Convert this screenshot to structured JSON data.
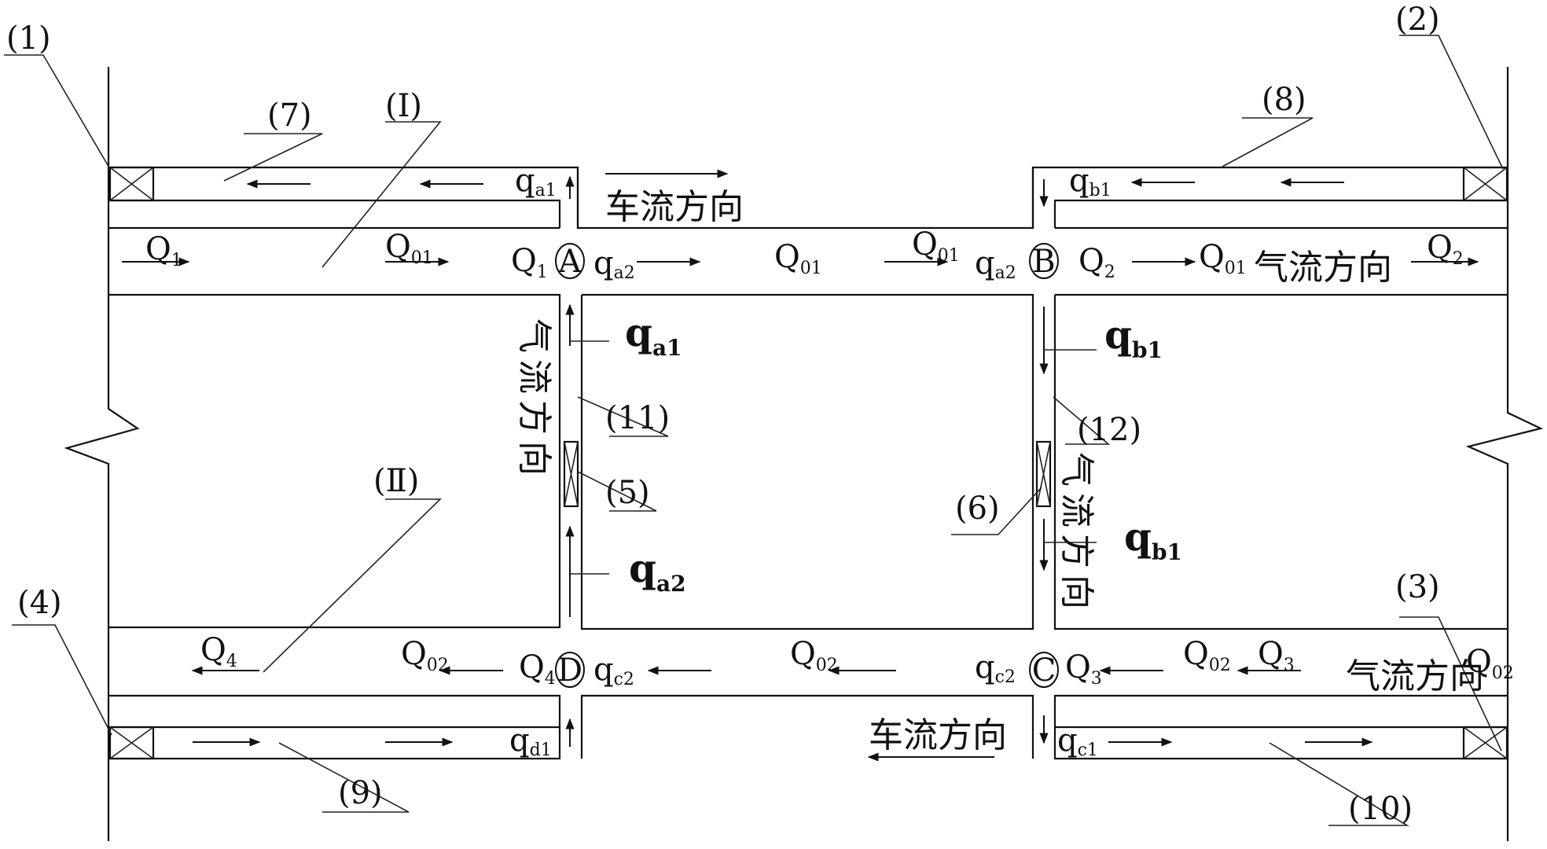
{
  "callouts": {
    "n1": "(1)",
    "n2": "(2)",
    "n3": "(3)",
    "n4": "(4)",
    "n5": "(5)",
    "n6": "(6)",
    "n7": "(7)",
    "n8": "(8)",
    "n9": "(9)",
    "n10": "(10)",
    "n11": "(11)",
    "n12": "(12)",
    "r1": "(Ⅰ)",
    "r2": "(Ⅱ)"
  },
  "nodes": {
    "a": "A",
    "b": "B",
    "c": "C",
    "d": "D"
  },
  "texts": {
    "traffic_direction": "车流方向",
    "airflow_direction": "气流方向",
    "airflow_v1": "气",
    "airflow_v2": "流",
    "airflow_v3": "方",
    "airflow_v4": "向"
  },
  "flows": {
    "Q": "Q",
    "q": "q",
    "s1": "1",
    "s2": "2",
    "s3": "3",
    "s4": "4",
    "s01": "01",
    "s02": "02",
    "sa1": "a1",
    "sa2": "a2",
    "sb1": "b1",
    "sc1": "c1",
    "sc2": "c2",
    "sd1": "d1"
  }
}
